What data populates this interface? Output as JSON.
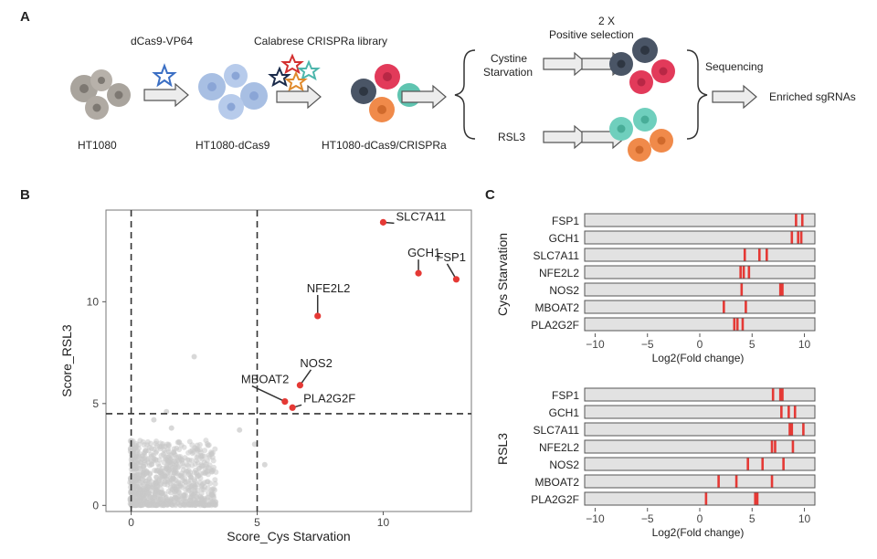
{
  "panels": {
    "a": "A",
    "b": "B",
    "c": "C"
  },
  "workflow": {
    "step1": "dCas9-VP64",
    "step2": "Calabrese CRISPRa library",
    "cell1": "HT1080",
    "cell2": "HT1080-dCas9",
    "cell3": "HT1080-dCas9/CRISPRa",
    "selection": "2 X",
    "selection2": "Positive selection",
    "branch1a": "Cystine",
    "branch1b": "Starvation",
    "branch2": "RSL3",
    "sequencing": "Sequencing",
    "result": "Enriched sgRNAs"
  },
  "chart_data": [
    {
      "type": "scatter",
      "xlabel": "Score_Cys Starvation",
      "ylabel": "Score_RSL3",
      "xlim": [
        -1,
        13.5
      ],
      "ylim": [
        -0.3,
        14.5
      ],
      "xticks": [
        0,
        5,
        10
      ],
      "yticks": [
        0,
        5,
        10
      ],
      "thresholds": {
        "x": [
          0,
          5
        ],
        "y": [
          4.5
        ]
      },
      "highlight": [
        {
          "label": "SLC7A11",
          "x": 10.0,
          "y": 13.9
        },
        {
          "label": "GCH1",
          "x": 11.4,
          "y": 11.4
        },
        {
          "label": "FSP1",
          "x": 12.9,
          "y": 11.1
        },
        {
          "label": "NFE2L2",
          "x": 7.4,
          "y": 9.3
        },
        {
          "label": "NOS2",
          "x": 6.7,
          "y": 5.9
        },
        {
          "label": "MBOAT2",
          "x": 6.1,
          "y": 5.1
        },
        {
          "label": "PLA2G2F",
          "x": 6.4,
          "y": 4.8
        }
      ],
      "background_color": "#c8c8c8",
      "highlight_color": "#e53935"
    },
    {
      "type": "rug",
      "group": "Cys Starvation",
      "xlabel": "Log2(Fold change)",
      "xlim": [
        -11,
        11
      ],
      "xticks": [
        -10,
        -5,
        0,
        5,
        10
      ],
      "genes": [
        {
          "name": "FSP1",
          "lfc": [
            9.2,
            9.8
          ]
        },
        {
          "name": "GCH1",
          "lfc": [
            8.8,
            9.4,
            9.7
          ]
        },
        {
          "name": "SLC7A11",
          "lfc": [
            4.3,
            5.7,
            6.4
          ]
        },
        {
          "name": "NFE2L2",
          "lfc": [
            3.9,
            4.2,
            4.7
          ]
        },
        {
          "name": "NOS2",
          "lfc": [
            4.0,
            7.7,
            7.9
          ]
        },
        {
          "name": "MBOAT2",
          "lfc": [
            2.3,
            4.4
          ]
        },
        {
          "name": "PLA2G2F",
          "lfc": [
            3.3,
            3.6,
            4.1
          ]
        }
      ]
    },
    {
      "type": "rug",
      "group": "RSL3",
      "xlabel": "Log2(Fold change)",
      "xlim": [
        -11,
        11
      ],
      "xticks": [
        -10,
        -5,
        0,
        5,
        10
      ],
      "genes": [
        {
          "name": "FSP1",
          "lfc": [
            7.0,
            7.7,
            7.9
          ]
        },
        {
          "name": "GCH1",
          "lfc": [
            7.8,
            8.5,
            9.1
          ]
        },
        {
          "name": "SLC7A11",
          "lfc": [
            8.6,
            8.8,
            9.9
          ]
        },
        {
          "name": "NFE2L2",
          "lfc": [
            6.9,
            7.2,
            8.9
          ]
        },
        {
          "name": "NOS2",
          "lfc": [
            4.6,
            6.0,
            8.0
          ]
        },
        {
          "name": "MBOAT2",
          "lfc": [
            1.8,
            3.5,
            6.9
          ]
        },
        {
          "name": "PLA2G2F",
          "lfc": [
            0.6,
            5.3,
            5.5
          ]
        }
      ]
    }
  ]
}
